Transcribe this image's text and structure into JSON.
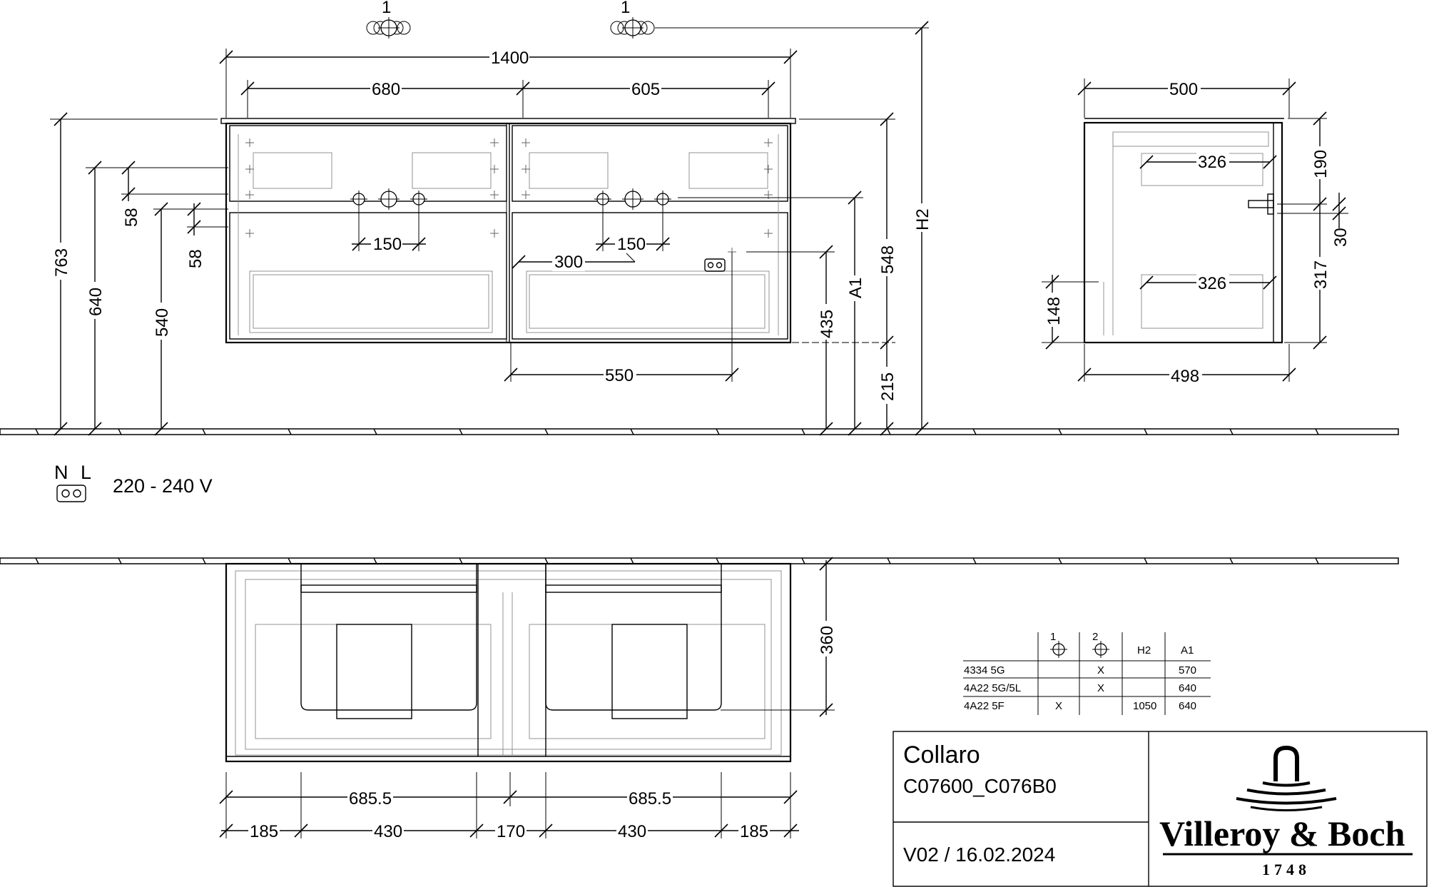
{
  "front_view": {
    "tap_marker_left": "1",
    "tap_marker_right": "1",
    "dim_width_total": "1400",
    "dim_left_basin": "680",
    "dim_right_basin": "605",
    "dim_height_763": "763",
    "dim_height_640": "640",
    "dim_height_540": "540",
    "dim_58_upper": "58",
    "dim_58_lower": "58",
    "dim_tap_spacing_left": "150",
    "dim_tap_spacing_right": "150",
    "dim_300": "300",
    "dim_550": "550",
    "dim_435": "435",
    "dim_a1": "A1",
    "dim_548": "548",
    "dim_215": "215",
    "dim_h2": "H2"
  },
  "side_view": {
    "dim_500": "500",
    "dim_326_top": "326",
    "dim_326_bottom": "326",
    "dim_190": "190",
    "dim_30": "30",
    "dim_317": "317",
    "dim_148": "148",
    "dim_498": "498"
  },
  "power": {
    "n_label": "N",
    "l_label": "L",
    "voltage": "220 - 240 V"
  },
  "top_view": {
    "dim_360": "360",
    "dim_685_left": "685.5",
    "dim_685_right": "685.5",
    "dim_185_left": "185",
    "dim_430_left": "430",
    "dim_170": "170",
    "dim_430_right": "430",
    "dim_185_right": "185"
  },
  "variant_table": {
    "headers": [
      "",
      "1",
      "2",
      "H2",
      "A1"
    ],
    "rows": [
      [
        "4334 5G",
        "",
        "X",
        "",
        "570"
      ],
      [
        "4A22 5G/5L",
        "",
        "X",
        "",
        "640"
      ],
      [
        "4A22 5F",
        "X",
        "",
        "1050",
        "640"
      ]
    ]
  },
  "title_block": {
    "product_name": "Collaro",
    "article_codes": "C07600_C076B0",
    "version_date": "V02 / 16.02.2024",
    "brand_name": "Villeroy & Boch",
    "brand_year": "1748"
  }
}
